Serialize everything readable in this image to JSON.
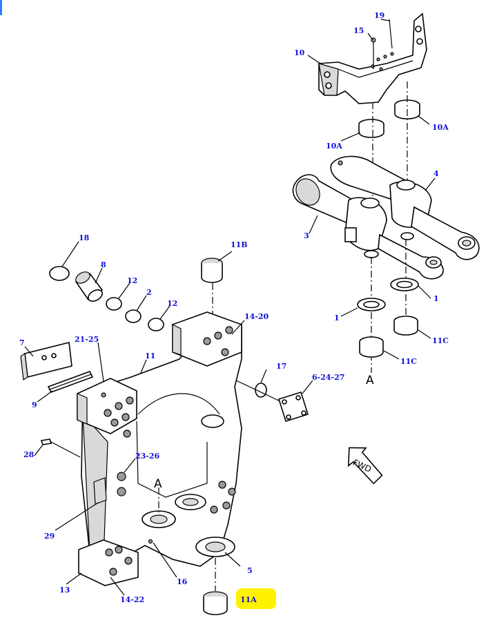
{
  "colors": {
    "label": "#1010d8",
    "highlight": "#fff200",
    "corner_marker": "#2d7ff9"
  },
  "labels": {
    "p1a": "1",
    "p1b": "1",
    "p2": "2",
    "p3": "3",
    "p4": "4",
    "p5": "5",
    "p6_24_27": "6-24-27",
    "p7": "7",
    "p8": "8",
    "p9": "9",
    "p10": "10",
    "p10a_left": "10A",
    "p10a_right": "10A",
    "p11": "11",
    "p11a": "11A",
    "p11b": "11B",
    "p11c_left": "11C",
    "p11c_right": "11C",
    "p12a": "12",
    "p12b": "12",
    "p13": "13",
    "p14_20": "14-20",
    "p14_22": "14-22",
    "p15": "15",
    "p16": "16",
    "p17": "17",
    "p18": "18",
    "p19": "19",
    "p21_25": "21-25",
    "p23_26": "23-26",
    "p28": "28",
    "p29": "29"
  },
  "section_marks": {
    "upper": "A",
    "lower": "A"
  },
  "fwd_arrow": "FWD",
  "highlighted_part": "11A"
}
